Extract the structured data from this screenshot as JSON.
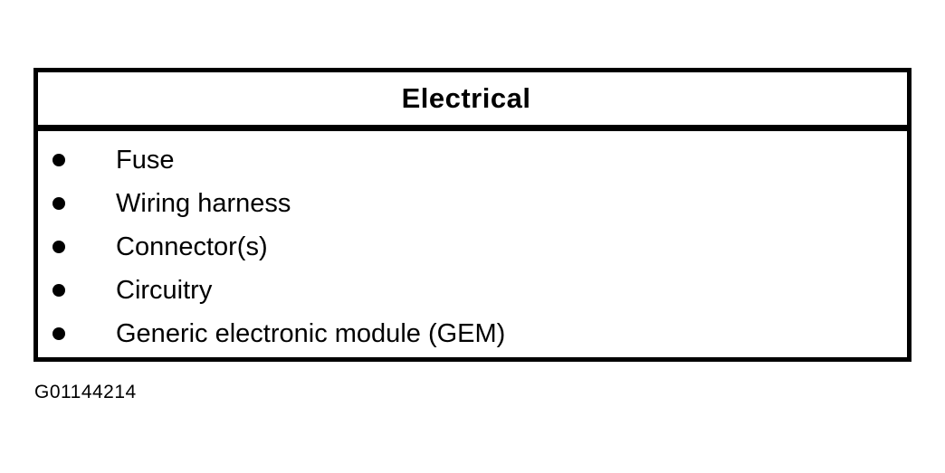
{
  "figure": {
    "id": "G01144214",
    "table": {
      "header": "Electrical",
      "items": [
        "Fuse",
        "Wiring harness",
        "Connector(s)",
        "Circuitry",
        "Generic electronic module (GEM)"
      ]
    }
  },
  "colors": {
    "ink": "#000000",
    "paper": "#ffffff"
  }
}
